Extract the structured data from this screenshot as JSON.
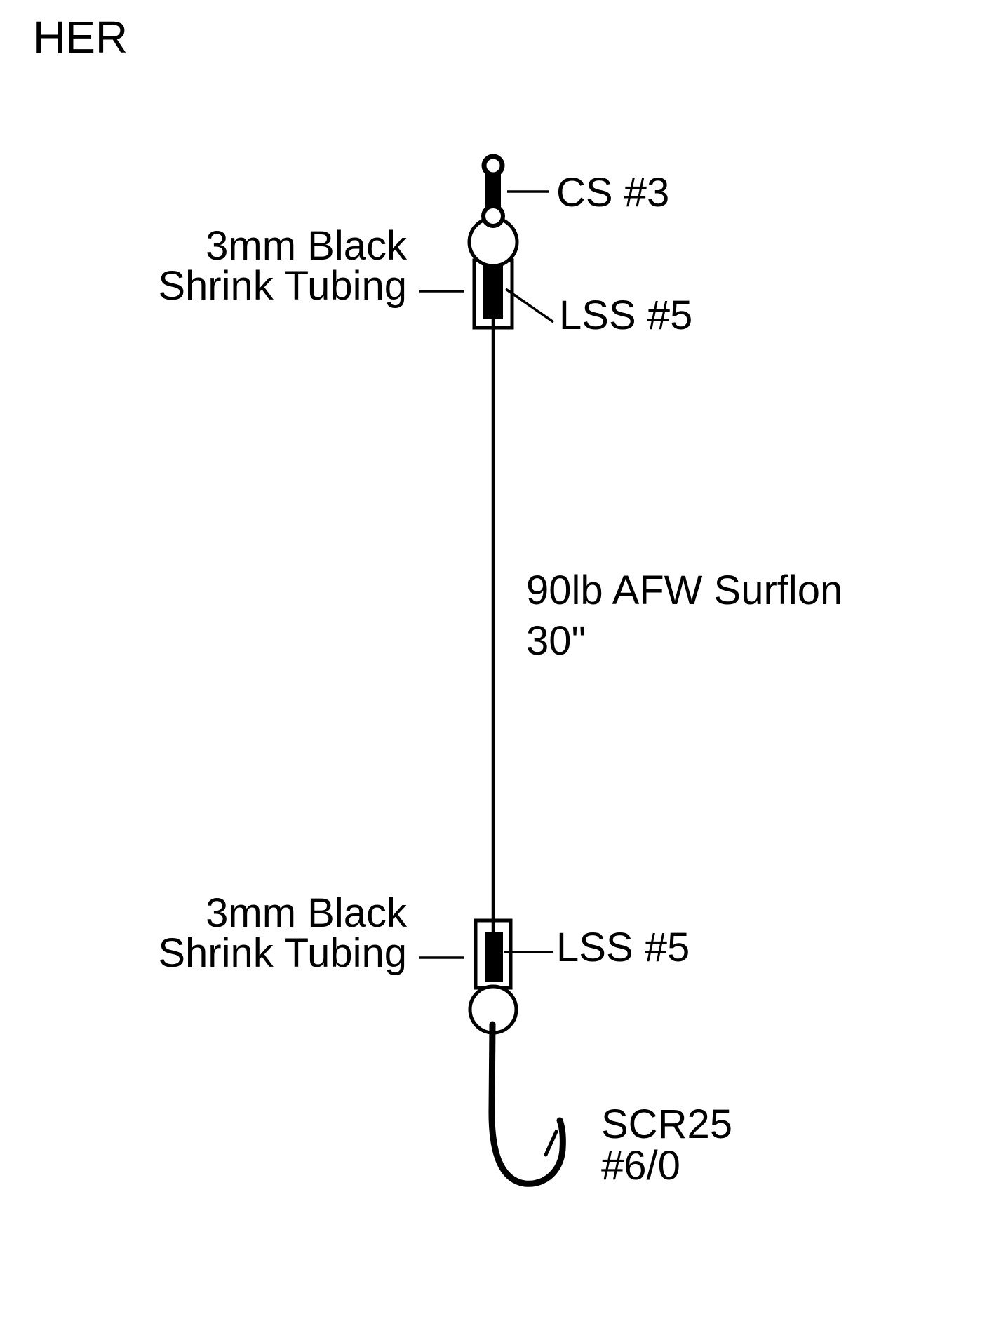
{
  "title": "HER",
  "rig": {
    "clip": {
      "label": "CS #3"
    },
    "tubing_top": {
      "line1": "3mm Black",
      "line2": "Shrink Tubing"
    },
    "swivel_top": {
      "label": "LSS #5"
    },
    "leader": {
      "line1": "90lb AFW Surflon",
      "line2": "30\""
    },
    "tubing_bottom": {
      "line1": "3mm Black",
      "line2": "Shrink Tubing"
    },
    "swivel_bottom": {
      "label": "LSS #5"
    },
    "hook": {
      "line1": "SCR25",
      "line2": "#6/0"
    }
  },
  "colors": {
    "ink": "#000000",
    "background": "#ffffff"
  }
}
